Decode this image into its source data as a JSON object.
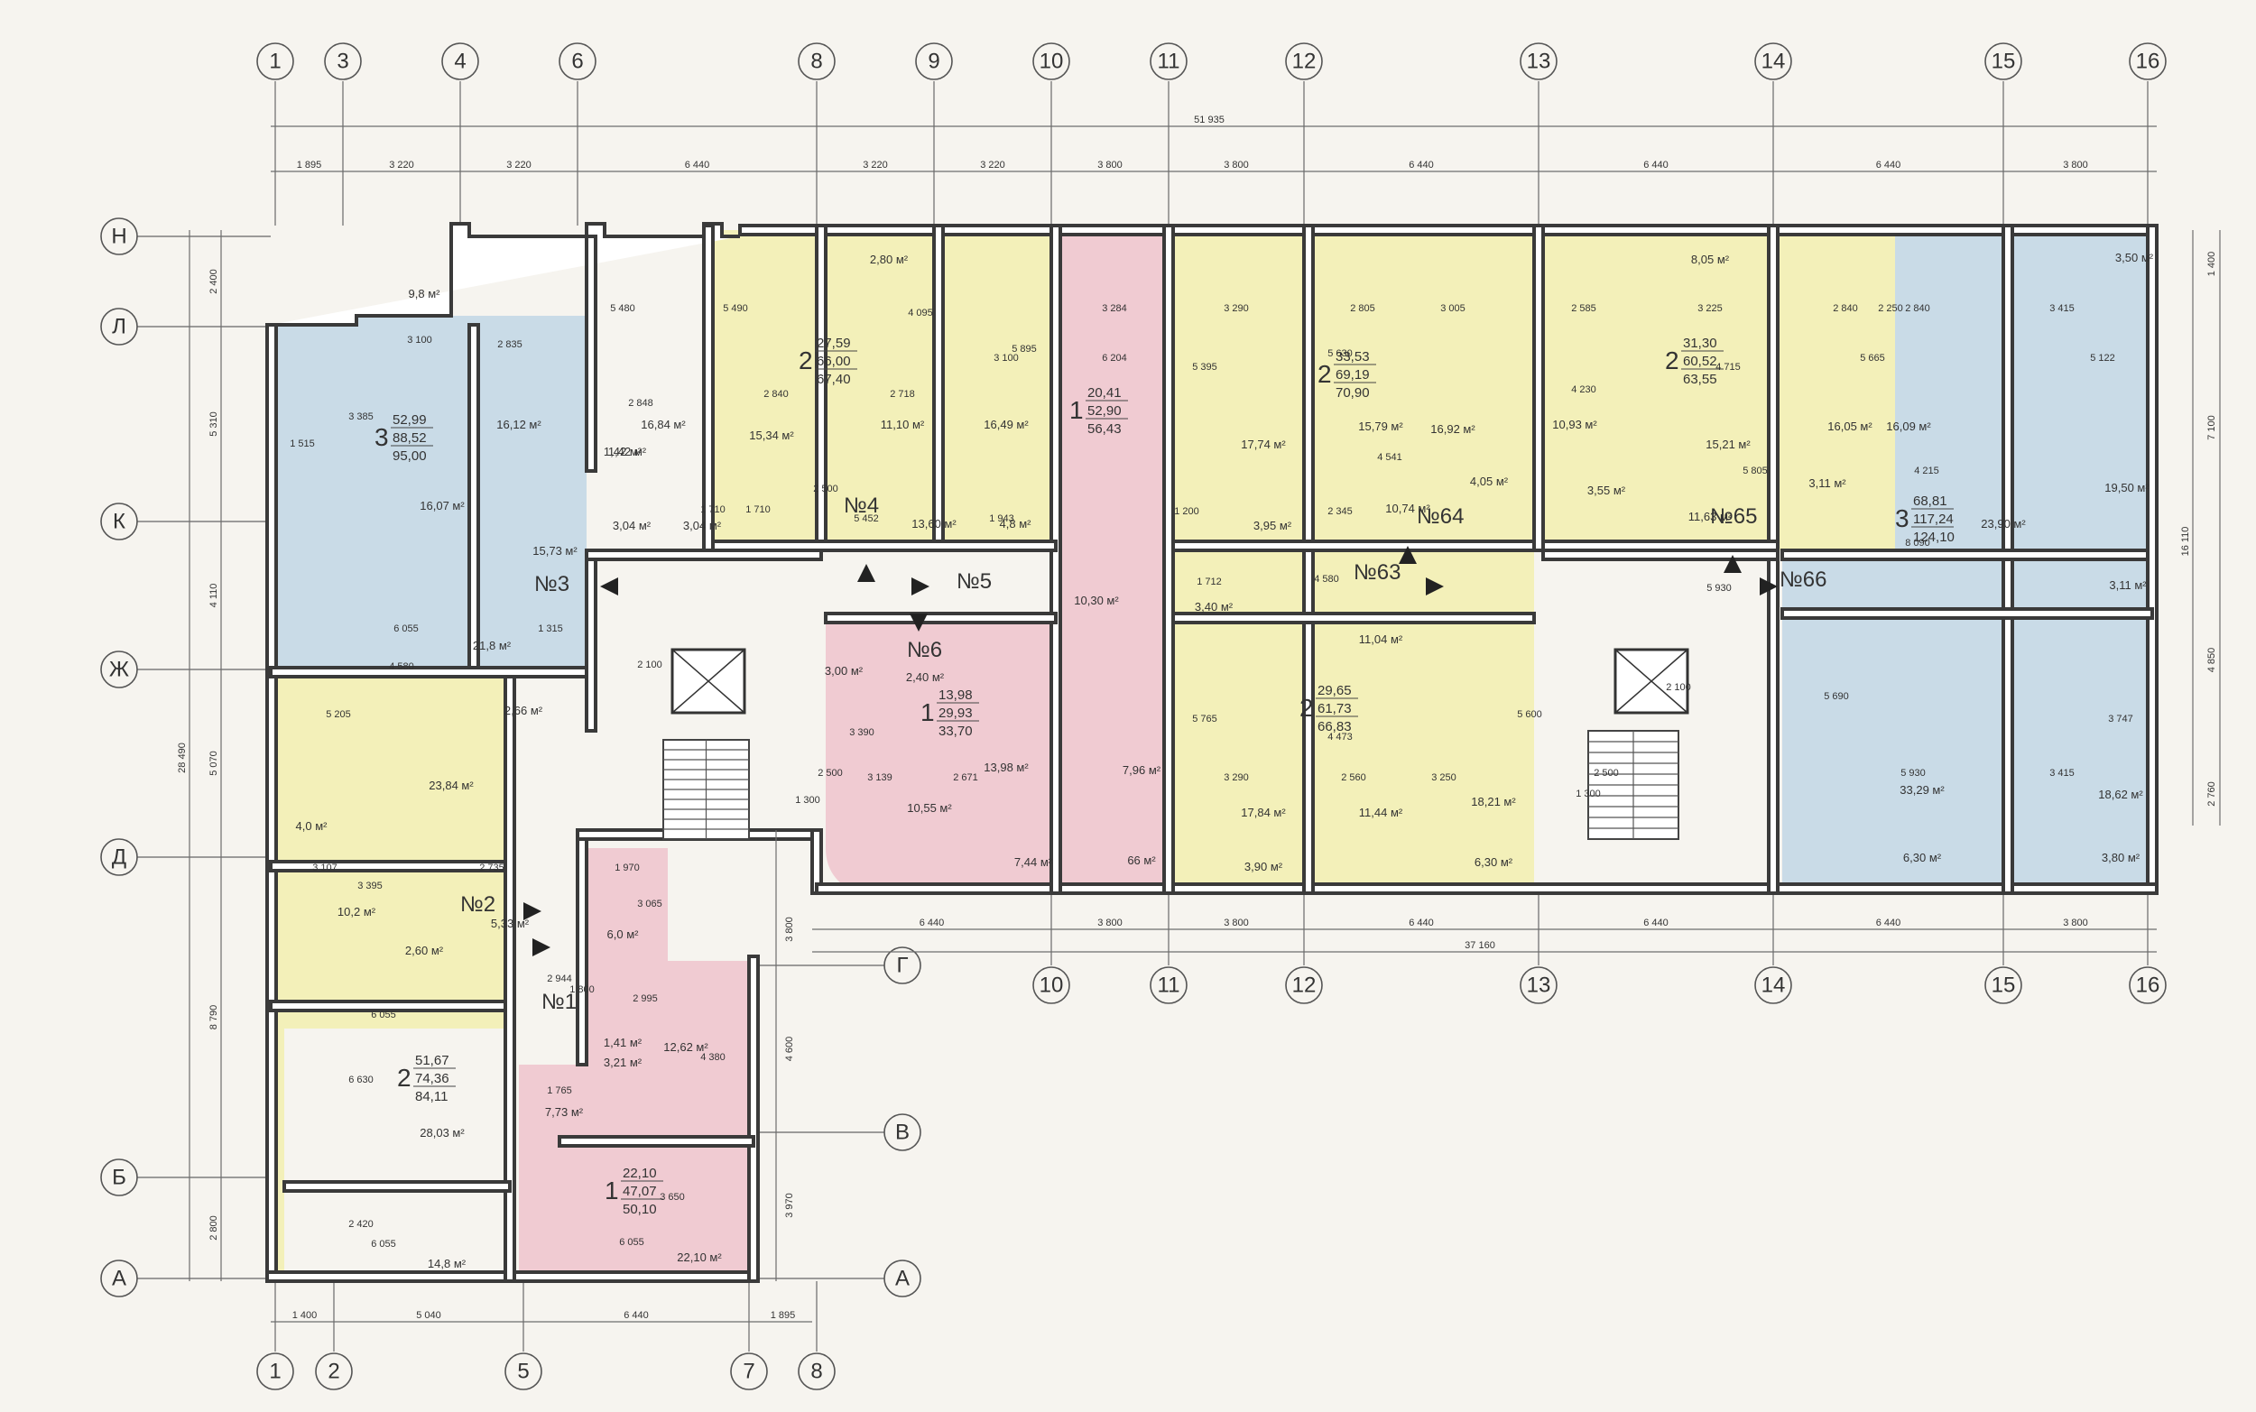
{
  "axes_top": [
    "1",
    "3",
    "4",
    "6",
    "8",
    "9",
    "10",
    "11",
    "12",
    "13",
    "14",
    "15",
    "16"
  ],
  "axes_bottom_right": [
    "10",
    "11",
    "12",
    "13",
    "14",
    "15",
    "16"
  ],
  "axes_bottom_left": [
    "1",
    "2",
    "5",
    "7",
    "8"
  ],
  "axes_left": [
    "Н",
    "Л",
    "К",
    "Ж",
    "Д",
    "Б",
    "А"
  ],
  "axes_right_inner": [
    "Г",
    "В",
    "А"
  ],
  "dims": {
    "overall_top": "51 935",
    "top_row": [
      "1 895",
      "3 220",
      "3 220",
      "6 440",
      "3 220",
      "3 220",
      "3 800",
      "3 800",
      "6 440",
      "6 440",
      "6 440",
      "3 800"
    ],
    "bottom_right_row": [
      "6 440",
      "3 800",
      "3 800",
      "6 440",
      "6 440",
      "6 440",
      "3 800"
    ],
    "bottom_right_total": "37 160",
    "bottom_left_row": [
      "1 400",
      "5 040",
      "6 440",
      "1 895"
    ],
    "left_column": [
      "2 400",
      "5 310",
      "4 110",
      "5 070",
      "8 790",
      "2 800"
    ],
    "left_total": "28 490",
    "right_column": [
      "1 400",
      "7 100",
      "4 850",
      "2 760"
    ],
    "right_total": "16 110",
    "inner_vertical": [
      "3 800",
      "4 600",
      "3 970"
    ]
  },
  "apartments": [
    {
      "num": "№1",
      "rooms": "1",
      "areas": [
        "22,10",
        "47,07",
        "50,10"
      ]
    },
    {
      "num": "№2",
      "rooms": "2",
      "areas": [
        "51,67",
        "74,36",
        "84,11"
      ]
    },
    {
      "num": "№3",
      "rooms": "3",
      "areas": [
        "52,99",
        "88,52",
        "95,00"
      ]
    },
    {
      "num": "№4",
      "rooms": "2",
      "areas": [
        "27,59",
        "66,00",
        "67,40"
      ]
    },
    {
      "num": "№5",
      "rooms": "1",
      "areas": [
        "20,41",
        "52,90",
        "56,43"
      ]
    },
    {
      "num": "№6",
      "rooms": "1",
      "areas": [
        "13,98",
        "29,93",
        "33,70"
      ]
    },
    {
      "num": "№63",
      "rooms": "2",
      "areas": [
        "29,65",
        "61,73",
        "66,83"
      ]
    },
    {
      "num": "№64",
      "rooms": "2",
      "areas": [
        "33,53",
        "69,19",
        "70,90"
      ]
    },
    {
      "num": "№65",
      "rooms": "2",
      "areas": [
        "31,30",
        "60,52",
        "63,55"
      ]
    },
    {
      "num": "№66",
      "rooms": "3",
      "areas": [
        "68,81",
        "117,24",
        "124,10"
      ]
    }
  ],
  "room_labels": [
    "9,8 м²",
    "16,12 м²",
    "16,84 м²",
    "16,07 м²",
    "15,73 м²",
    "21,8 м²",
    "1,42 м²",
    "3,04 м²",
    "2,80 м²",
    "15,34 м²",
    "11,10 м²",
    "16,49 м²",
    "13,60 м²",
    "4,8 м²",
    "1,42 м²",
    "3,04 м²",
    "10,30 м²",
    "7,96 м²",
    "66 м²",
    "7,44 м²",
    "10,55 м²",
    "13,98 м²",
    "3,00 м²",
    "2,40 м²",
    "3,40 м²",
    "17,74 м²",
    "3,95 м²",
    "10,74 м²",
    "15,79 м²",
    "16,92 м²",
    "4,05 м²",
    "11,04 м²",
    "17,84 м²",
    "11,44 м²",
    "18,21 м²",
    "3,90 м²",
    "6,30 м²",
    "8,05 м²",
    "10,93 м²",
    "15,21 м²",
    "16,05 м²",
    "3,55 м²",
    "11,63 м²",
    "3,11 м²",
    "16,09 м²",
    "3,50 м²",
    "19,50 м²",
    "23,90 м²",
    "3,11 м²",
    "33,29 м²",
    "18,62 м²",
    "6,30 м²",
    "3,80 м²",
    "23,84 м²",
    "4,0 м²",
    "2,66 м²",
    "10,2 м²",
    "2,60 м²",
    "5,33 м²",
    "28,03 м²",
    "14,8 м²",
    "6,0 м²",
    "12,62 м²",
    "3,21 м²",
    "7,73 м²",
    "1,41 м²",
    "22,10 м²"
  ],
  "inner_dims": [
    "3 100",
    "2 835",
    "2 848",
    "5 480",
    "3 385",
    "1 515",
    "6 055",
    "1 315",
    "1 710",
    "1 710",
    "2 840",
    "5 490",
    "2 718",
    "4 095",
    "3 100",
    "5 895",
    "2 500",
    "5 452",
    "1 943",
    "3 284",
    "6 204",
    "3 290",
    "5 395",
    "2 805",
    "5 630",
    "3 005",
    "4 541",
    "2 345",
    "2 585",
    "4 230",
    "3 225",
    "4 715",
    "2 840",
    "5 665",
    "5 805",
    "2 250",
    "2 840",
    "3 415",
    "5 122",
    "4 215",
    "8 090",
    "5 930",
    "2 100",
    "2 100",
    "2 500",
    "1 300",
    "2 500",
    "1 300",
    "3 139",
    "2 671",
    "3 390",
    "5 205",
    "3 290",
    "5 765",
    "2 560",
    "4 473",
    "3 250",
    "5 600",
    "5 930",
    "5 690",
    "3 415",
    "3 747",
    "4 580",
    "4 580",
    "2 735",
    "3 107",
    "3 395",
    "6 055",
    "6 630",
    "2 420",
    "6 055",
    "2 944",
    "2 995",
    "4 380",
    "3 650",
    "6 055",
    "1 970",
    "3 065",
    "1 800",
    "1 712",
    "1 200",
    "1 765"
  ],
  "colors": {
    "yellow": "#f3f0b9",
    "blue": "#c9dbe7",
    "pink": "#f0cbd2",
    "wall": "#3a3a3a"
  }
}
